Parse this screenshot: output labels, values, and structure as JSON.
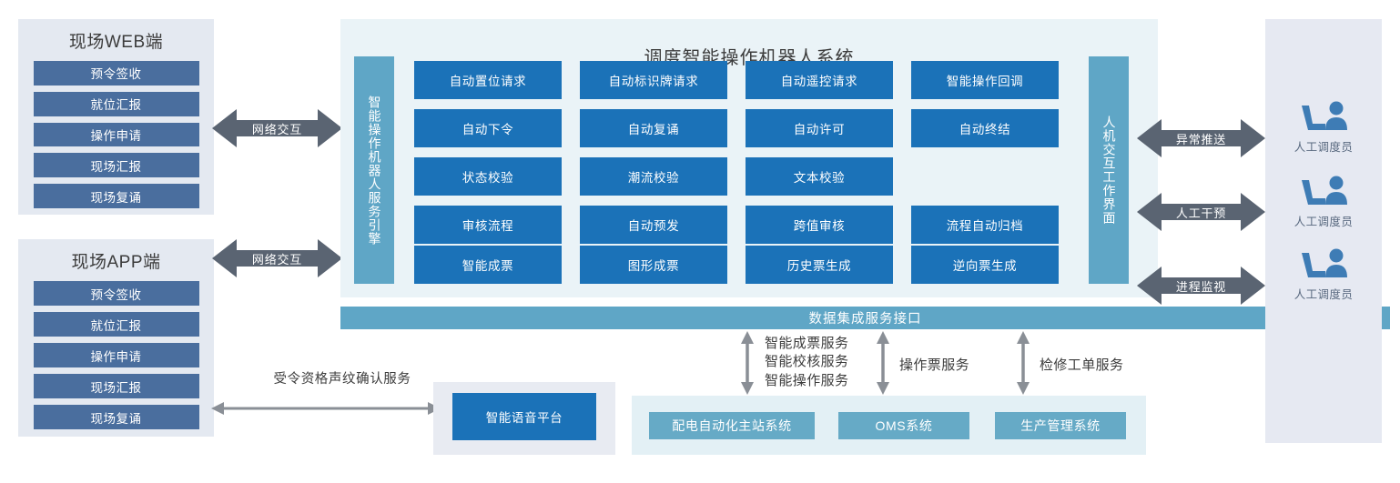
{
  "left_clients": [
    {
      "title": "现场WEB端",
      "buttons": [
        "预令签收",
        "就位汇报",
        "操作申请",
        "现场汇报",
        "现场复诵"
      ]
    },
    {
      "title": "现场APP端",
      "buttons": [
        "预令签收",
        "就位汇报",
        "操作申请",
        "现场汇报",
        "现场复诵"
      ]
    }
  ],
  "network_arrows": [
    {
      "label": "网络交互"
    },
    {
      "label": "网络交互"
    }
  ],
  "center": {
    "title": "调度智能操作机器人系统",
    "left_bar_label": "智能操作机器人服务引擎",
    "right_bar_label": "人机交互工作界面",
    "grid_rows": [
      [
        "自动置位请求",
        "自动标识牌请求",
        "自动遥控请求",
        "智能操作回调"
      ],
      [
        "自动下令",
        "自动复诵",
        "自动许可",
        "自动终结"
      ],
      [
        "状态校验",
        "潮流校验",
        "文本校验",
        ""
      ],
      [
        "审核流程",
        "自动预发",
        "跨值审核",
        "流程自动归档"
      ],
      [
        "智能成票",
        "图形成票",
        "历史票生成",
        "逆向票生成"
      ]
    ]
  },
  "integration_bar": {
    "label": "数据集成服务接口"
  },
  "voice": {
    "service_label": "受令资格声纹确认服务",
    "platform_label": "智能语音平台"
  },
  "service_links": [
    {
      "label": "智能成票服务\n智能校核服务\n智能操作服务"
    },
    {
      "label": "操作票服务"
    },
    {
      "label": "检修工单服务"
    }
  ],
  "systems": [
    "配电自动化主站系统",
    "OMS系统",
    "生产管理系统"
  ],
  "hmi_arrows": [
    {
      "label": "异常推送"
    },
    {
      "label": "人工干预"
    },
    {
      "label": "进程监视"
    }
  ],
  "operators": [
    {
      "label": "人工调度员",
      "icon": "operator-console-icon"
    },
    {
      "label": "人工调度员",
      "icon": "operator-console-icon"
    },
    {
      "label": "人工调度员",
      "icon": "operator-console-icon"
    }
  ],
  "colors": {
    "client_panel_bg": "#E4E9F1",
    "client_button": "#4A6E9E",
    "center_panel_bg": "#EAF3F7",
    "cell_blue": "#1B72B8",
    "teal_bar": "#5FA6C6",
    "system_box": "#66AAC6",
    "arrow_gray": "#5A6472",
    "thin_arrow_gray": "#8A8F96",
    "operator_panel_bg": "#E6E9F2",
    "voice_panel_bg": "#E8EBF2",
    "systems_panel_bg": "#E3F0F5"
  }
}
